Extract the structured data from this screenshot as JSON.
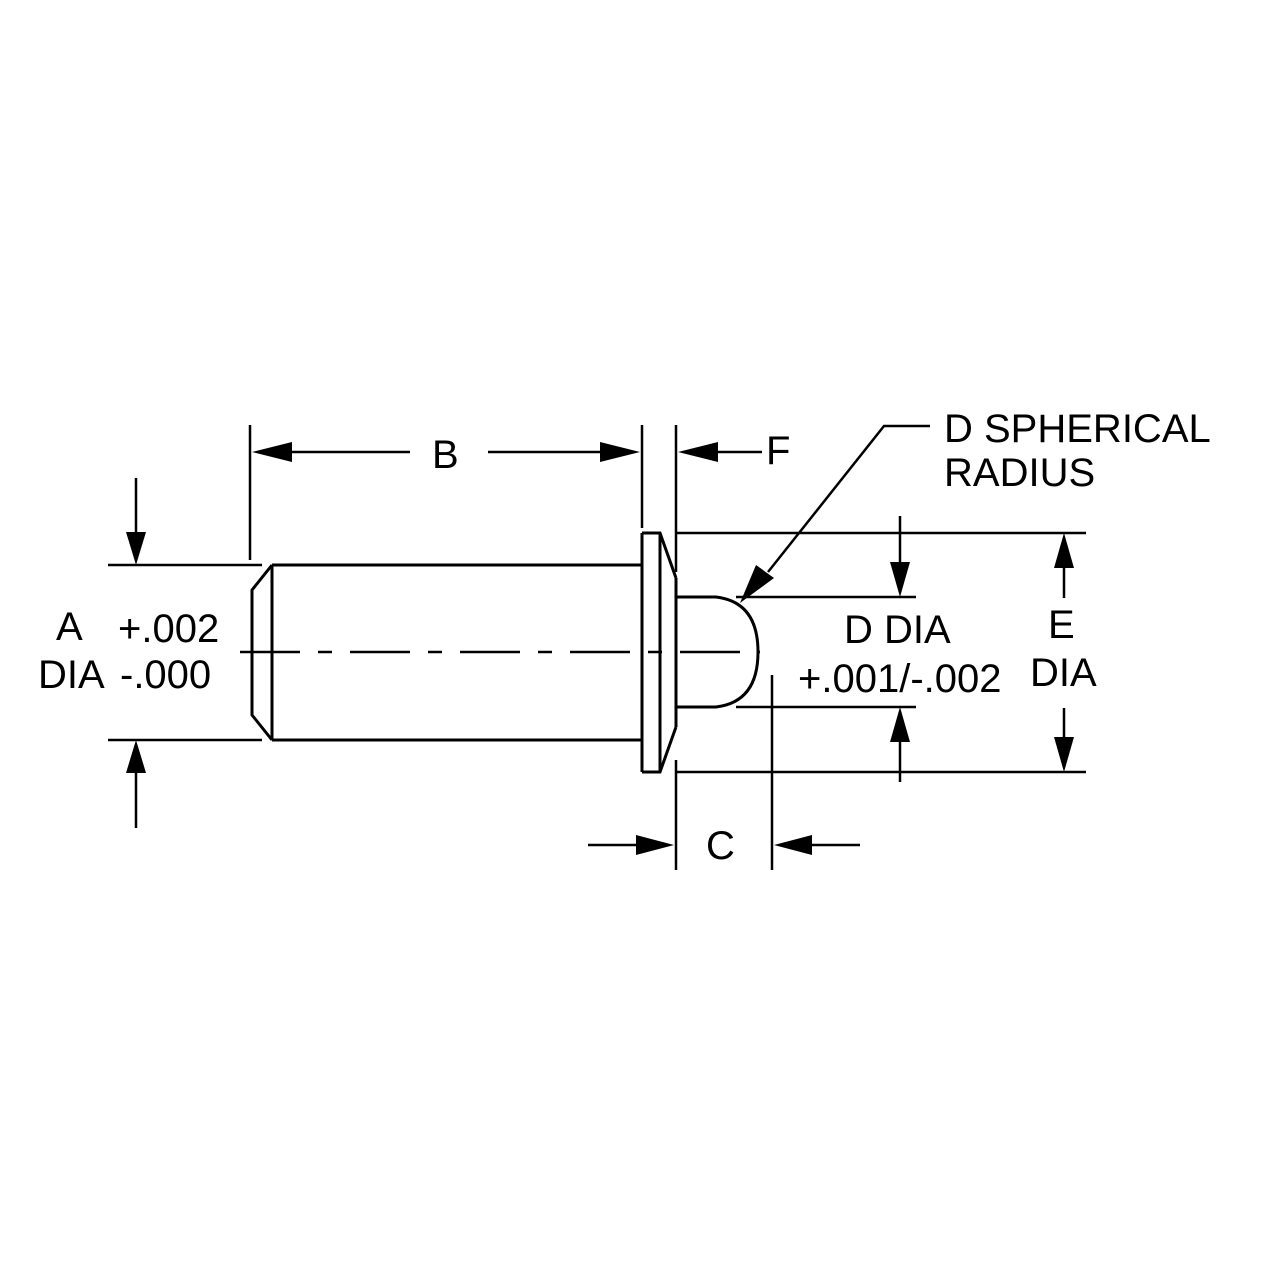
{
  "labels": {
    "a_letter": "A",
    "a_dia": "DIA",
    "a_plus": "+.002",
    "a_minus": "-.000",
    "b": "B",
    "f": "F",
    "d_spherical_line1": "D SPHERICAL",
    "d_spherical_line2": "RADIUS",
    "d_dia": "D DIA",
    "d_tol": "+.001/-.002",
    "e_letter": "E",
    "e_dia": "DIA",
    "c": "C"
  },
  "colors": {
    "line": "#000000",
    "background": "#ffffff"
  }
}
